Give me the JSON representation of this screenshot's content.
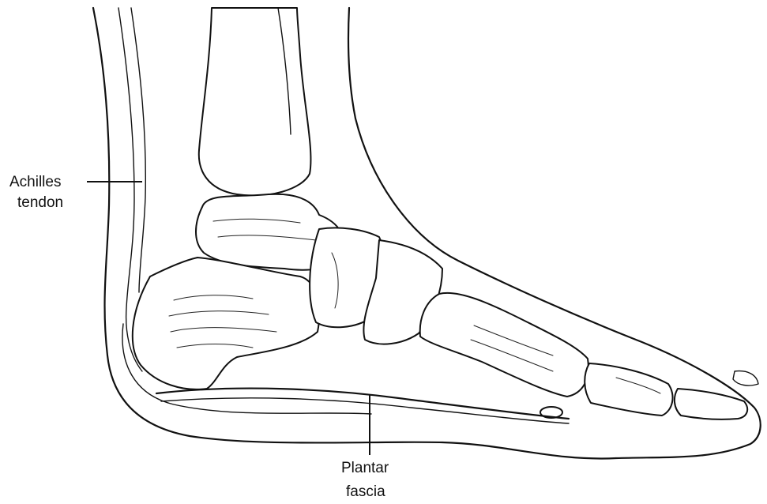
{
  "labels": {
    "achilles_line1": "Achilles",
    "achilles_line2": "tendon",
    "plantar_line1": "Plantar",
    "plantar_line2": "fascia"
  }
}
